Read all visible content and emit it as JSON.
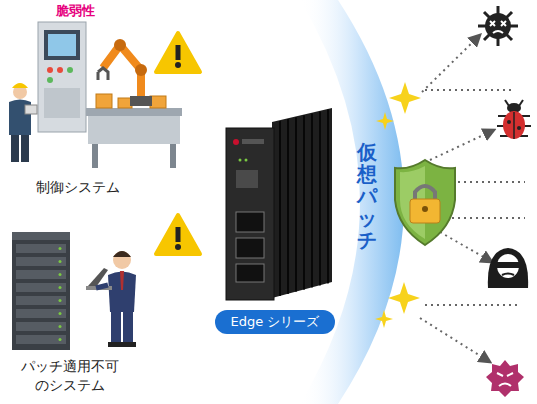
{
  "diagram": {
    "nodes": [
      {
        "text": [
          "Edge シリーズ"
        ]
      },
      {
        "text": [
          "仮想パッチ"
        ]
      }
    ],
    "labels": [
      "脆弱性",
      "制御システム",
      "パッチ適用不可 のシステム"
    ]
  }
}
